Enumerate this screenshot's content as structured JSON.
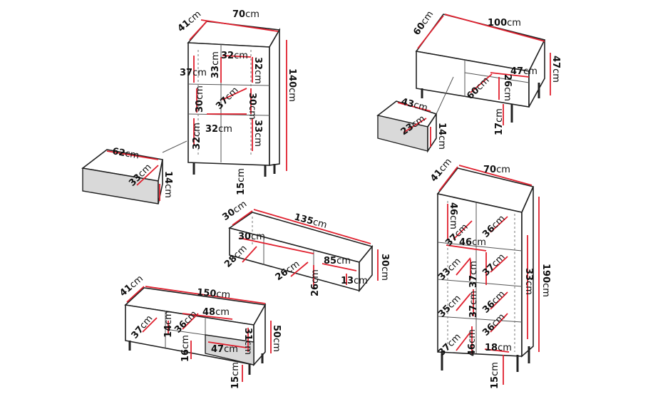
{
  "unit": "cm",
  "items": [
    {
      "id": "tall-cabinet",
      "labels": {
        "depth": "41",
        "width": "70",
        "height": "140",
        "shelf_h_top": "37",
        "cell_w_top": "32",
        "cell_h_top": "33",
        "inner_h_right": "32",
        "cell_h_mid": "30",
        "cell_h_mid2": "37",
        "cell_w_mid": "30",
        "cell_w_bottom": "32",
        "cell_h_bottom": "32",
        "inner_h_bottom": "33",
        "leg": "15"
      }
    },
    {
      "id": "drawer-left",
      "labels": {
        "w": "62",
        "d": "33",
        "h": "14"
      }
    },
    {
      "id": "coffee-table",
      "labels": {
        "depth": "60",
        "width": "100",
        "height": "47",
        "shelf_w": "47",
        "shelf_d": "60",
        "shelf_h": "26",
        "leg": "17"
      }
    },
    {
      "id": "drawer-right",
      "labels": {
        "w": "43",
        "d": "23",
        "h": "14"
      }
    },
    {
      "id": "tv-bench",
      "labels": {
        "depth": "30",
        "width": "135",
        "height": "30",
        "top_shelf_d": "30",
        "left_d": "28",
        "mid_d": "26",
        "mid_h": "26",
        "right_w": "85",
        "right_h": "13"
      }
    },
    {
      "id": "sideboard",
      "labels": {
        "depth": "41",
        "width": "150",
        "height": "50",
        "left_d": "37",
        "mid_h": "14",
        "mid_d": "36",
        "mid_w": "48",
        "drawer_w": "47",
        "drawer_h": "16",
        "right_h": "31",
        "leg": "15"
      }
    },
    {
      "id": "bookcase",
      "labels": {
        "depth": "41",
        "width": "70",
        "height": "190",
        "inner_h": "33",
        "col_h": "46",
        "col_w": "46",
        "cell_l1": "37",
        "cell_r1": "36",
        "cell_l2": "33",
        "cell_l2b": "37",
        "cell_r2": "37",
        "cell_l3": "35",
        "cell_l3b": "37",
        "cell_r3": "36",
        "cell_r4": "36",
        "cell_l4": "37",
        "cell_l4b": "46",
        "cell_r5": "18",
        "leg": "15"
      }
    }
  ]
}
